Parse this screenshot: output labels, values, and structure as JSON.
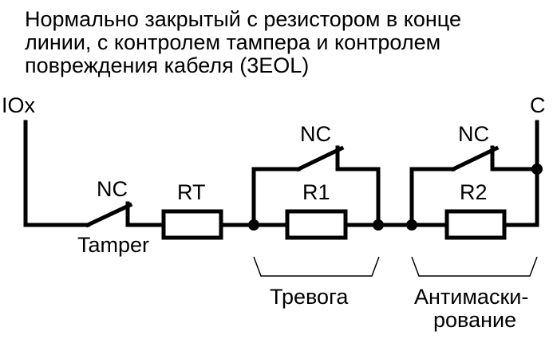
{
  "title": {
    "line1": "Нормально закрытый с резистором в конце",
    "line2": "линии, с контролем тампера и контролем",
    "line3": "повреждения кабеля (3EOL)"
  },
  "terminals": {
    "left": "IOx",
    "right": "C"
  },
  "contacts": {
    "tamper_nc": "NC",
    "alarm_nc": "NC",
    "mask_nc": "NC"
  },
  "labels": {
    "tamper": "Tamper"
  },
  "resistors": {
    "rt": "RT",
    "r1": "R1",
    "r2": "R2"
  },
  "zones": {
    "alarm": "Тревога",
    "antimask_line1": "Антимаски-",
    "antimask_line2": "рование"
  }
}
